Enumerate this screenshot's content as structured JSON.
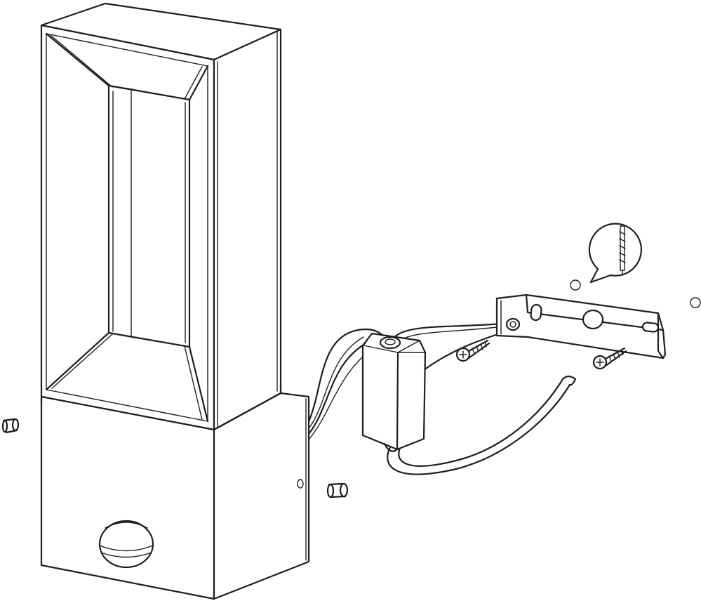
{
  "diagram": {
    "type": "assembly-illustration",
    "colors": {
      "line": "#1e1e1e",
      "background": "#ffffff"
    },
    "parts": [
      {
        "name": "lamp-housing",
        "icon": "lamp-icon"
      },
      {
        "name": "motion-sensor-base",
        "icon": "sensor-icon"
      },
      {
        "name": "junction-box",
        "icon": "junction-box-icon"
      },
      {
        "name": "power-cable",
        "icon": "cable-icon"
      },
      {
        "name": "wall-bracket",
        "icon": "bracket-icon"
      },
      {
        "name": "wood-screw",
        "icon": "screw-icon",
        "count": 2
      },
      {
        "name": "grub-screw",
        "icon": "grub-screw-icon",
        "count": 2
      },
      {
        "name": "wall-plug",
        "icon": "wall-plug-icon"
      }
    ]
  }
}
